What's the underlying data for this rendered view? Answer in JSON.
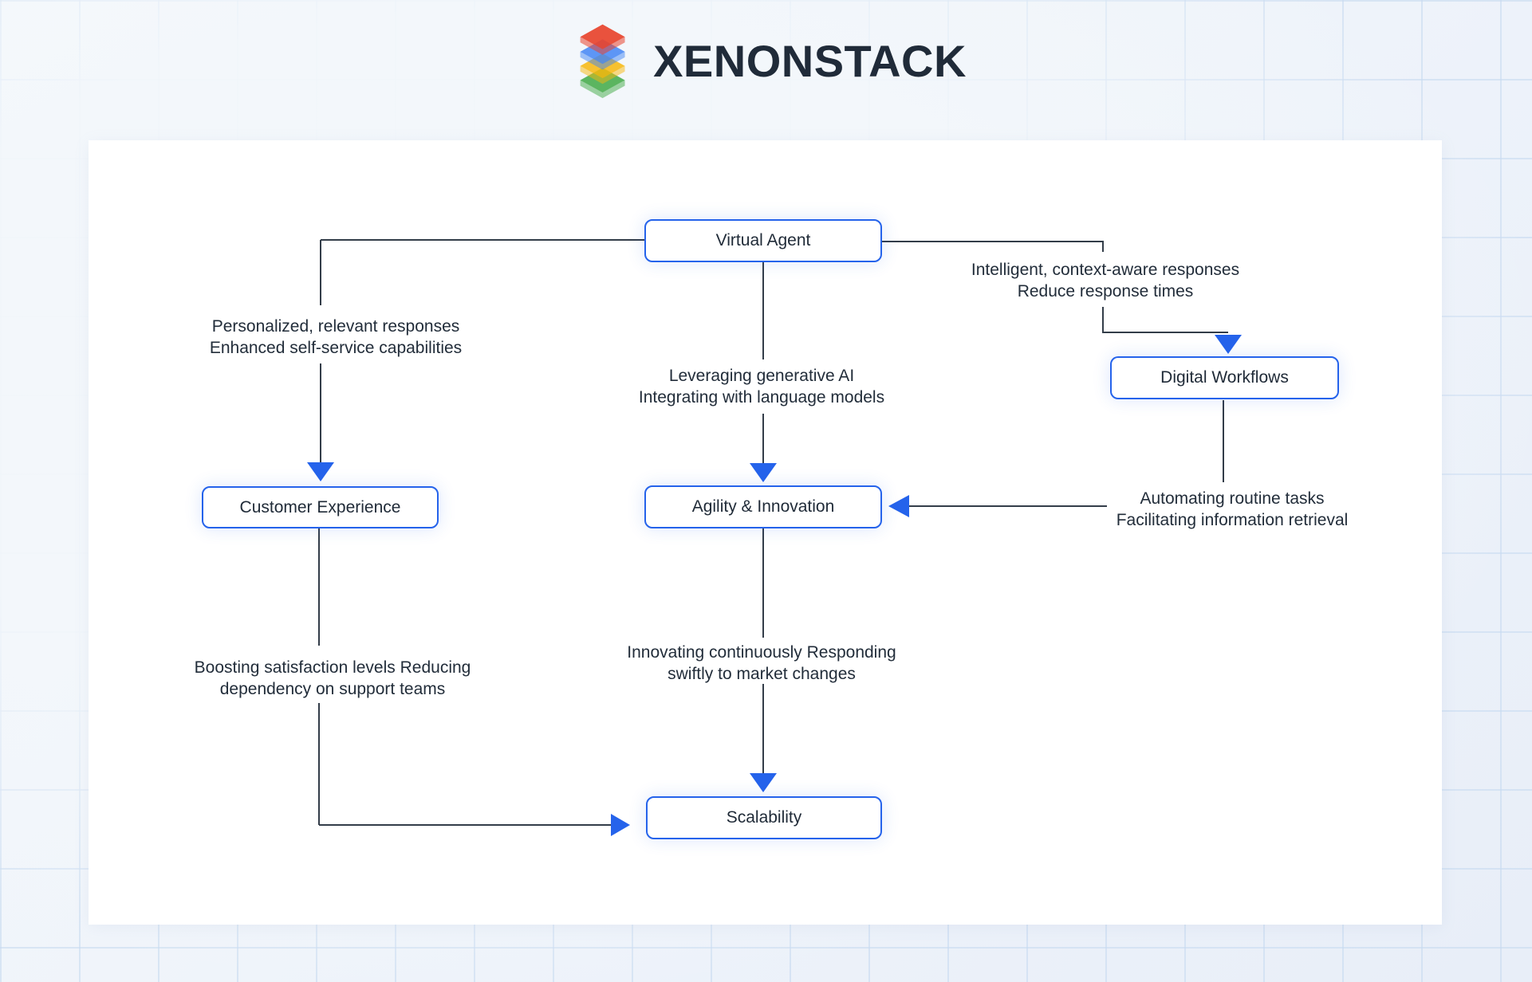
{
  "page": {
    "brand": {
      "name": "XENONSTACK",
      "logo_icon": "stacked-layers-icon",
      "logo_colors": {
        "red": "#e8432d",
        "blue": "#4285f4",
        "yellow": "#f7b70c",
        "green": "#3fa944"
      }
    },
    "theme": {
      "accent_blue": "#2563eb",
      "line_color": "#333d49",
      "text_color": "#1f2a37",
      "card_bg": "#ffffff",
      "page_bg": "#eff4fa"
    }
  },
  "diagram": {
    "nodes": [
      {
        "id": "virtual-agent",
        "label": "Virtual Agent"
      },
      {
        "id": "customer-experience",
        "label": "Customer Experience"
      },
      {
        "id": "agility-innovation",
        "label": "Agility & Innovation"
      },
      {
        "id": "digital-workflows",
        "label": "Digital Workflows"
      },
      {
        "id": "scalability",
        "label": "Scalability"
      }
    ],
    "annotations": [
      {
        "id": "left",
        "lines": [
          "Personalized, relevant responses",
          "Enhanced self-service capabilities"
        ]
      },
      {
        "id": "center-top",
        "lines": [
          "Leveraging generative AI",
          "Integrating with language models"
        ]
      },
      {
        "id": "right-top",
        "lines": [
          "Intelligent, context-aware responses",
          "Reduce response times"
        ]
      },
      {
        "id": "right-mid",
        "lines": [
          "Automating routine tasks",
          "Facilitating information retrieval"
        ]
      },
      {
        "id": "bottom-left",
        "lines": [
          "Boosting satisfaction levels Reducing",
          "dependency on support teams"
        ]
      },
      {
        "id": "bottom-center",
        "lines": [
          "Innovating continuously Responding",
          "swiftly to market changes"
        ]
      }
    ],
    "edges": [
      {
        "from": "Virtual Agent",
        "to": "Customer Experience",
        "via": "Personalized, relevant responses / Enhanced self-service capabilities"
      },
      {
        "from": "Virtual Agent",
        "to": "Agility & Innovation",
        "via": "Leveraging generative AI / Integrating with language models"
      },
      {
        "from": "Virtual Agent",
        "to": "Digital Workflows",
        "via": "Intelligent, context-aware responses / Reduce response times"
      },
      {
        "from": "Digital Workflows",
        "to": "Agility & Innovation",
        "via": "Automating routine tasks / Facilitating information retrieval"
      },
      {
        "from": "Customer Experience",
        "to": "Scalability",
        "via": "Boosting satisfaction levels Reducing dependency on support teams"
      },
      {
        "from": "Agility & Innovation",
        "to": "Scalability",
        "via": "Innovating continuously Responding swiftly to market changes"
      }
    ]
  }
}
